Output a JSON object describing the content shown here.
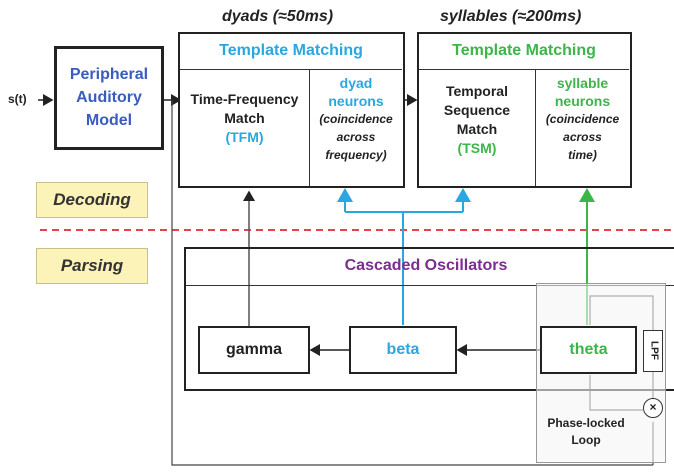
{
  "timescales": {
    "dyads": "dyads (≈50ms)",
    "syllables": "syllables (≈200ms)"
  },
  "input_signal": "s(t)",
  "peripheral": {
    "line1": "Peripheral",
    "line2": "Auditory",
    "line3": "Model"
  },
  "template_left": {
    "title": "Template Matching",
    "match_line1": "Time-Frequency",
    "match_line2": "Match",
    "match_abbr": "(TFM)",
    "neurons_line1": "dyad",
    "neurons_line2": "neurons",
    "note_line1": "(coincidence",
    "note_line2": "across",
    "note_line3": "frequency)"
  },
  "template_right": {
    "title": "Template Matching",
    "match_line1": "Temporal",
    "match_line2": "Sequence",
    "match_line3": "Match",
    "match_abbr": "(TSM)",
    "neurons_line1": "syllable",
    "neurons_line2": "neurons",
    "note_line1": "(coincidence",
    "note_line2": "across",
    "note_line3": "time)"
  },
  "stages": {
    "decoding": "Decoding",
    "parsing": "Parsing"
  },
  "oscillators": {
    "title": "Cascaded Oscillators",
    "gamma": "gamma",
    "beta": "beta",
    "theta": "theta",
    "lpf": "LPF",
    "multiplier": "×",
    "pll_line1": "Phase-locked",
    "pll_line2": "Loop"
  },
  "colors": {
    "blue": "#2aa7e0",
    "green": "#3db54a",
    "navy": "#3a5bbf",
    "purple": "#7a2e8e",
    "divider_red": "#e8434a",
    "tag_yellow": "#fbf3b8"
  }
}
